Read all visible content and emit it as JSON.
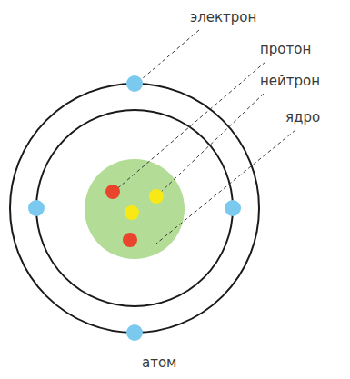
{
  "diagram": {
    "caption": "атом",
    "labels": [
      "электрон",
      "протон",
      "нейтрон",
      "ядро"
    ]
  }
}
